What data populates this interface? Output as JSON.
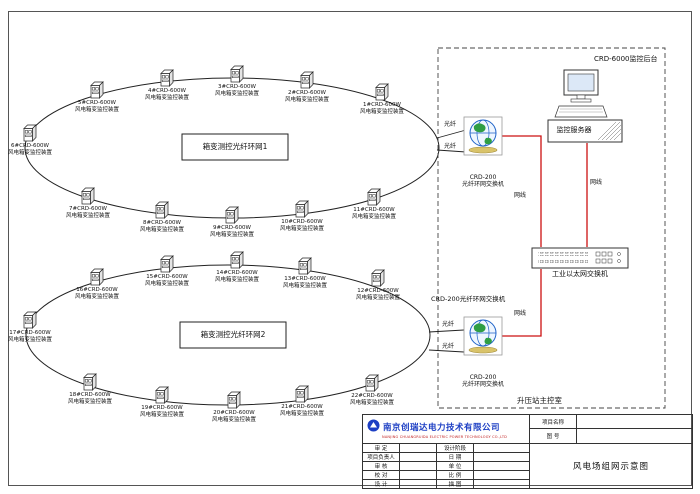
{
  "drawing": {
    "rings": [
      {
        "center_label": "箱变测控光纤环网1",
        "nodes": [
          {
            "id": "6#CRD-600W",
            "name": "风电箱变监控装置"
          },
          {
            "id": "5#CRD-600W",
            "name": "风电箱变监控装置"
          },
          {
            "id": "4#CRD-600W",
            "name": "风电箱变监控装置"
          },
          {
            "id": "3#CRD-600W",
            "name": "风电箱变监控装置"
          },
          {
            "id": "2#CRD-600W",
            "name": "风电箱变监控装置"
          },
          {
            "id": "1#CRD-600W",
            "name": "风电箱变监控装置"
          },
          {
            "id": "7#CRD-600W",
            "name": "风电箱变监控装置"
          },
          {
            "id": "8#CRD-600W",
            "name": "风电箱变监控装置"
          },
          {
            "id": "9#CRD-600W",
            "name": "风电箱变监控装置"
          },
          {
            "id": "10#CRD-600W",
            "name": "风电箱变监控装置"
          },
          {
            "id": "11#CRD-600W",
            "name": "风电箱变监控装置"
          }
        ]
      },
      {
        "center_label": "箱变测控光纤环网2",
        "nodes": [
          {
            "id": "17#CRD-600W",
            "name": "风电箱变监控装置"
          },
          {
            "id": "16#CRD-600W",
            "name": "风电箱变监控装置"
          },
          {
            "id": "15#CRD-600W",
            "name": "风电箱变监控装置"
          },
          {
            "id": "14#CRD-600W",
            "name": "风电箱变监控装置"
          },
          {
            "id": "13#CRD-600W",
            "name": "风电箱变监控装置"
          },
          {
            "id": "12#CRD-600W",
            "name": "风电箱变监控装置"
          },
          {
            "id": "18#CRD-600W",
            "name": "风电箱变监控装置"
          },
          {
            "id": "19#CRD-600W",
            "name": "风电箱变监控装置"
          },
          {
            "id": "20#CRD-600W",
            "name": "风电箱变监控装置"
          },
          {
            "id": "21#CRD-600W",
            "name": "风电箱变监控装置"
          },
          {
            "id": "22#CRD-600W",
            "name": "风电箱变监控装置"
          }
        ]
      }
    ],
    "labels": {
      "fiber": "光纤",
      "network": "网线"
    },
    "control_room": {
      "box_label": "升压站主控室",
      "backend_label": "CRD-6000监控后台",
      "server_label": "监控服务器",
      "ethernet_switch_label": "工业以太网交换机",
      "switch_top": {
        "line1": "CRD-200",
        "line2": "光纤环网交换机"
      },
      "switch_bottom": {
        "caption": "CRD-200光纤环网交换机",
        "line1": "CRD-200",
        "line2": "光纤环网交换机"
      }
    },
    "title_block": {
      "company": "南京创瑞达电力技术有限公司",
      "company_en": "NANJING CHUANGRUIDA ELECTRIC POWER TECHNOLOGY CO.,LTD",
      "project_name_label": "项目名称",
      "drawing_no_label": "图 号",
      "drawing_title": "风电场组网示意图",
      "fields": [
        {
          "l": "审 定",
          "r": "设计阶段"
        },
        {
          "l": "项目负责人",
          "r": "日 期"
        },
        {
          "l": "审 核",
          "r": "单 位"
        },
        {
          "l": "校 对",
          "r": "比 例"
        },
        {
          "l": "设 计",
          "r": "描 图"
        }
      ]
    },
    "colors": {
      "network_line_red": "#cc1111",
      "company_blue": "#1d3fc4"
    }
  }
}
